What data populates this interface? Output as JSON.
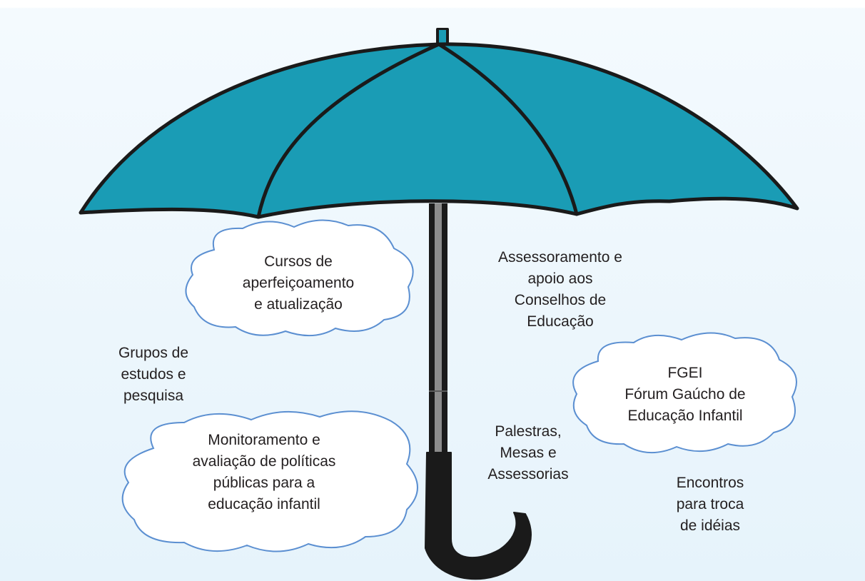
{
  "colors": {
    "canopy": "#1a9cb5",
    "outline": "#1a1a1a",
    "cloud_stroke": "#5b8fd1",
    "cloud_fill": "#ffffff",
    "background_top": "#f4fafe",
    "background_bottom": "#e6f3fb",
    "text": "#231f20"
  },
  "labels": {
    "cursos": [
      "Cursos de",
      "aperfeiçoamento",
      "e atualização"
    ],
    "grupos": [
      "Grupos de",
      "estudos e",
      "pesquisa"
    ],
    "monitoramento": [
      "Monitoramento e",
      "avaliação de políticas",
      "públicas para a",
      "educação infantil"
    ],
    "assessoramento": [
      "Assessoramento e",
      "apoio aos",
      "Conselhos de",
      "Educação"
    ],
    "fgei": [
      "FGEI",
      "Fórum Gaúcho de",
      "Educação Infantil"
    ],
    "palestras": [
      "Palestras,",
      "Mesas e",
      "Assessorias"
    ],
    "encontros": [
      "Encontros",
      "para troca",
      "de idéias"
    ]
  }
}
